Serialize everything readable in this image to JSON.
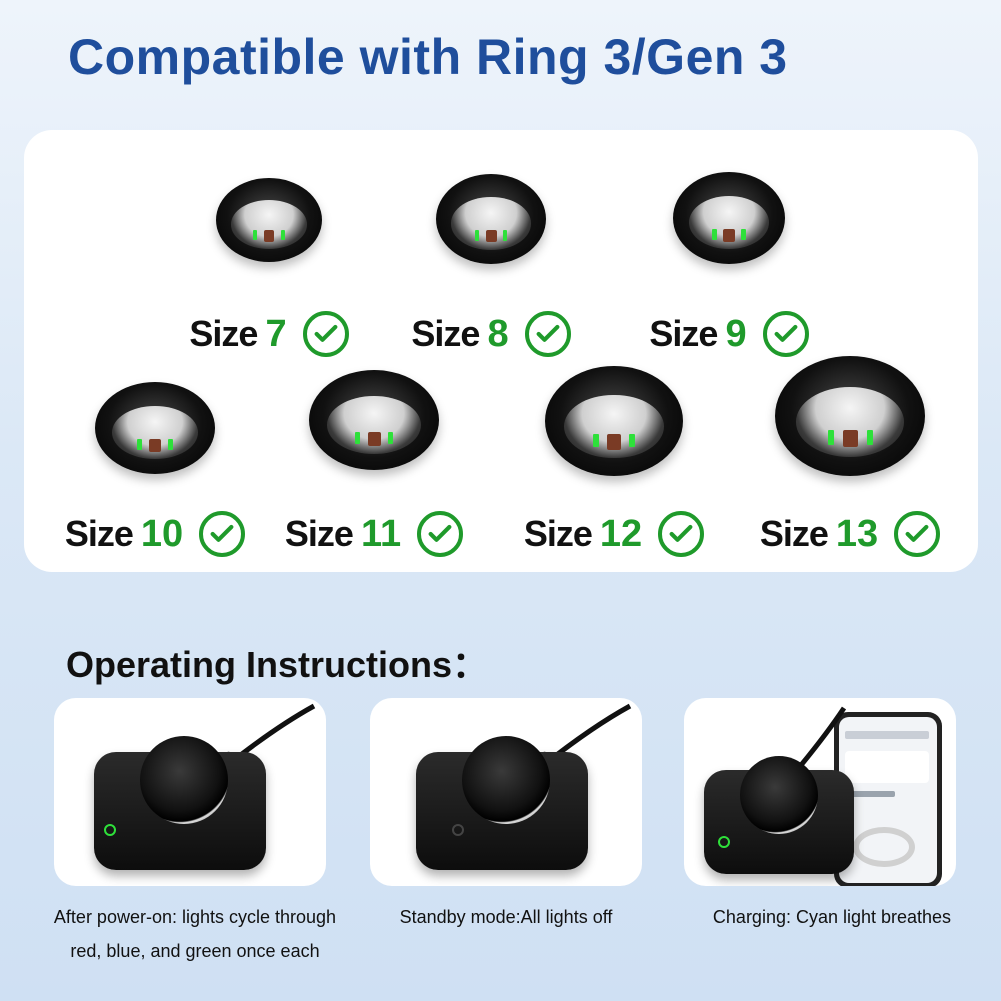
{
  "title": "Compatible with Ring 3/Gen 3",
  "sizes": [
    {
      "word": "Size",
      "number": "7"
    },
    {
      "word": "Size",
      "number": "8"
    },
    {
      "word": "Size",
      "number": "9"
    },
    {
      "word": "Size",
      "number": "10"
    },
    {
      "word": "Size",
      "number": "11"
    },
    {
      "word": "Size",
      "number": "12"
    },
    {
      "word": "Size",
      "number": "13"
    }
  ],
  "operating": {
    "title": "Operating Instructions：",
    "steps": [
      {
        "line1": "After power-on: lights cycle through",
        "line2": "red, blue, and green once each"
      },
      {
        "line1": "Standby mode:All lights off",
        "line2": ""
      },
      {
        "line1": "Charging: Cyan light breathes",
        "line2": ""
      }
    ]
  },
  "colors": {
    "title": "#1f4e9c",
    "check": "#1f9a2b",
    "led": "#2ee03a"
  }
}
